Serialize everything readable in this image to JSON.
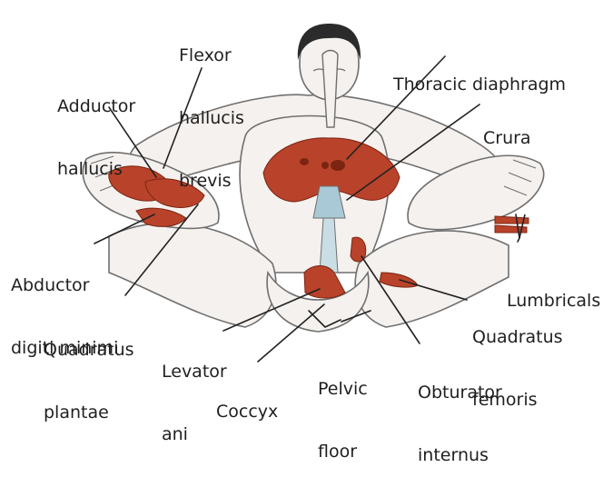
{
  "figure": {
    "background": "#ffffff",
    "outline_color": "#6f6f6f",
    "muscle_color": "#b8432a",
    "muscle_dark": "#7c2412",
    "ligament_color": "#a9c9d6",
    "hair_color": "#2b2b2b",
    "line_color": "#222222"
  },
  "labels": {
    "flexor_hallucis_brevis": [
      "Flexor",
      "hallucis",
      "brevis"
    ],
    "adductor_hallucis": [
      "Adductor",
      "hallucis"
    ],
    "thoracic_diaphragm": "Thoracic diaphragm",
    "crura": "Crura",
    "abductor_digiti_minimi": [
      "Abductor",
      "digiti minimi"
    ],
    "quadratus_plantae": [
      "Quadratus",
      "plantae"
    ],
    "lumbricals": "Lumbricals",
    "quadratus_femoris": [
      "Quadratus",
      "femoris"
    ],
    "levator_ani": [
      "Levator",
      "ani"
    ],
    "coccyx": "Coccyx",
    "pelvic_floor": [
      "Pelvic",
      "floor"
    ],
    "obturator_internus": [
      "Obturator",
      "internus"
    ]
  }
}
